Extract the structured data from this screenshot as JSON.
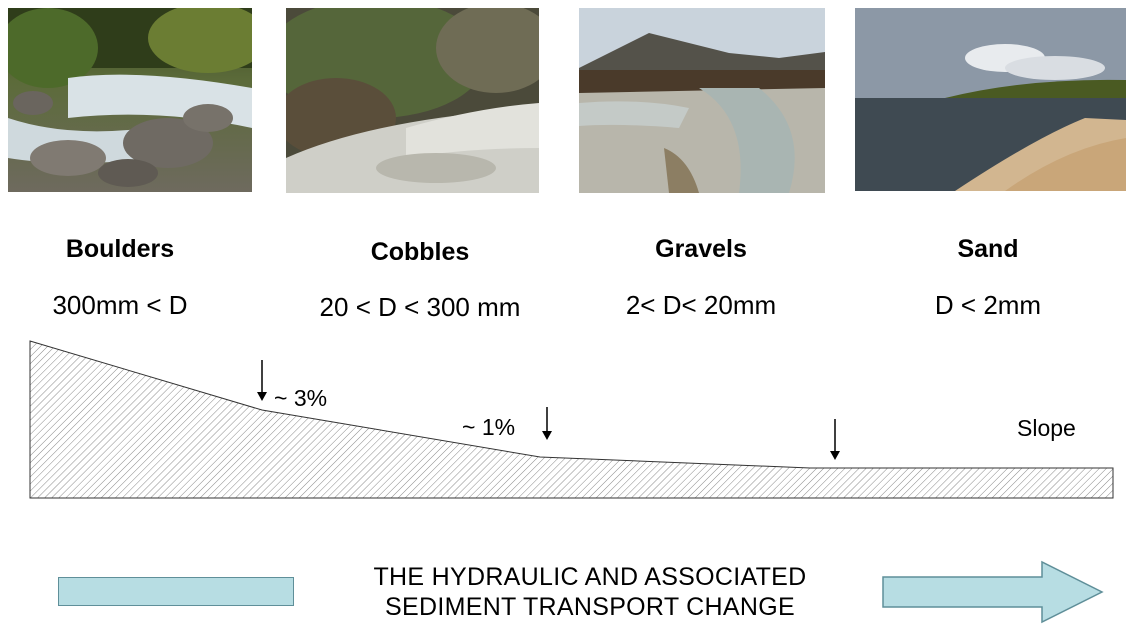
{
  "sediments": [
    {
      "name": "Boulders",
      "range": "300mm < D"
    },
    {
      "name": "Cobbles",
      "range": "20 < D < 300 mm"
    },
    {
      "name": "Gravels",
      "range": "2< D< 20mm"
    },
    {
      "name": "Sand",
      "range": "D < 2mm"
    }
  ],
  "slope": {
    "label": "Slope",
    "markers": [
      "~ 3%",
      "~ 1%"
    ]
  },
  "banner": {
    "line1": "THE HYDRAULIC AND ASSOCIATED",
    "line2": "SEDIMENT TRANSPORT CHANGE"
  },
  "colors": {
    "arrow_fill": "#b7dde3",
    "arrow_stroke": "#5f8f99",
    "hatch": "#8a8a8a"
  }
}
